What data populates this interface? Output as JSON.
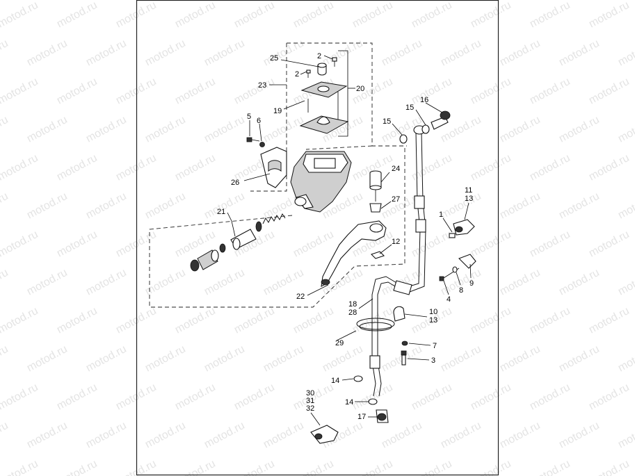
{
  "watermark": {
    "text": "motod.ru"
  },
  "callouts": {
    "c25": "25",
    "c2a": "2",
    "c2b": "2",
    "c20": "20",
    "c23": "23",
    "c19": "19",
    "c5": "5",
    "c6": "6",
    "c26": "26",
    "c24": "24",
    "c27": "27",
    "c21": "21",
    "c12": "12",
    "c22": "22",
    "c16": "16",
    "c15a": "15",
    "c15b": "15",
    "c11": "11",
    "c13a": "13",
    "c1": "1",
    "c4": "4",
    "c8": "8",
    "c9": "9",
    "c18": "18",
    "c28": "28",
    "c10": "10",
    "c13b": "13",
    "c29": "29",
    "c7": "7",
    "c3": "3",
    "c14a": "14",
    "c14b": "14",
    "c17": "17",
    "c30": "30",
    "c31": "31",
    "c32": "32"
  }
}
